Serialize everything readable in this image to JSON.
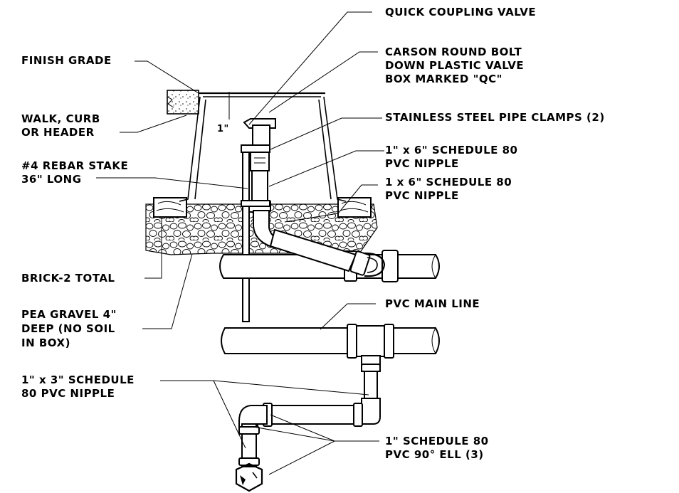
{
  "labels": {
    "quick_coupling_valve": "QUICK COUPLING VALVE",
    "finish_grade": "FINISH GRADE",
    "valve_box": [
      "CARSON ROUND BOLT",
      "DOWN PLASTIC VALVE",
      "BOX MARKED \"QC\""
    ],
    "walk_curb": [
      "WALK, CURB",
      "OR HEADER"
    ],
    "pipe_clamps": "STAINLESS STEEL PIPE CLAMPS (2)",
    "dimension_1in": "1\"",
    "rebar_stake": [
      "#4 REBAR STAKE",
      "36\" LONG"
    ],
    "nipple_1x6_a": [
      "1\" x 6\" SCHEDULE 80",
      "PVC NIPPLE"
    ],
    "nipple_1x6_b": [
      "1 x 6\" SCHEDULE 80",
      "PVC NIPPLE"
    ],
    "brick": "BRICK-2 TOTAL",
    "pea_gravel": [
      "PEA GRAVEL 4\"",
      "DEEP (NO SOIL",
      "IN BOX)"
    ],
    "main_line": "PVC MAIN LINE",
    "nipple_1x3": [
      "1\" x 3\" SCHEDULE",
      "80 PVC NIPPLE"
    ],
    "ell": [
      "1\" SCHEDULE 80",
      "PVC 90° ELL (3)"
    ]
  }
}
